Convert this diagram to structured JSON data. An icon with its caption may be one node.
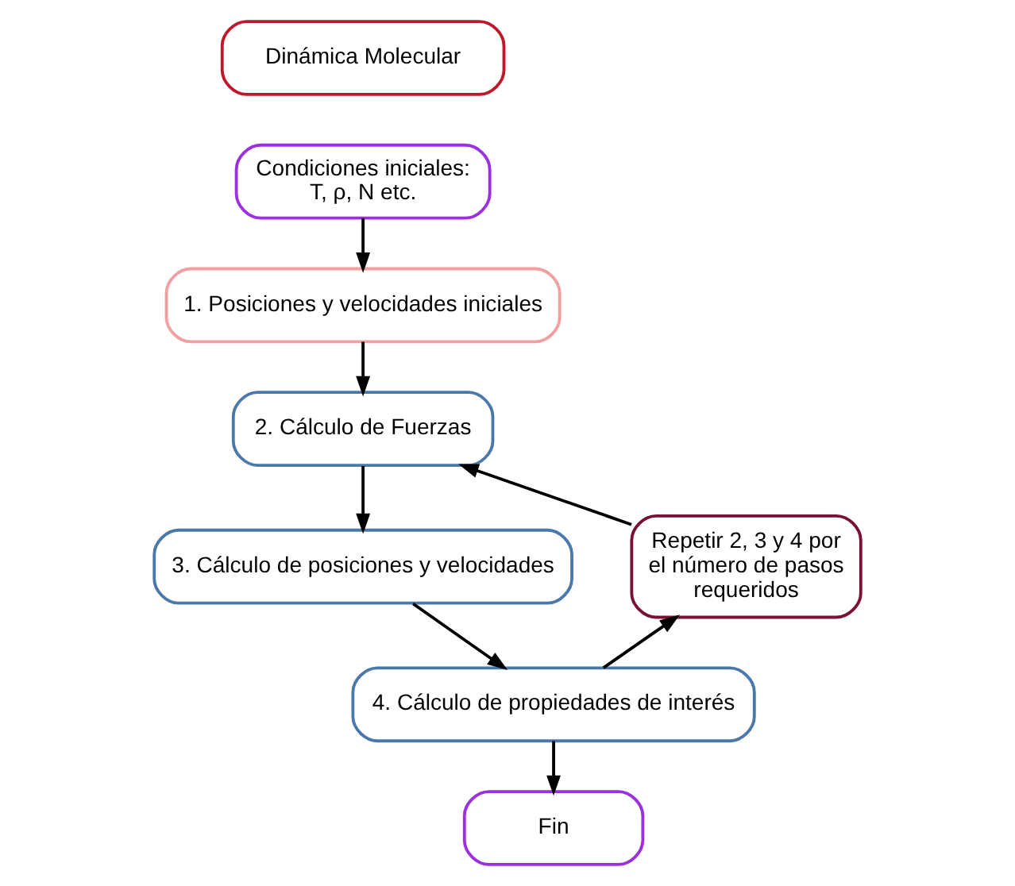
{
  "diagram": {
    "nodes": [
      {
        "text": [
          "Dinámica Molecular"
        ]
      },
      {
        "text": [
          "Condiciones iniciales: T, ρ, N etc."
        ]
      },
      {
        "text": [
          "1. Posiciones y velocidades iniciales"
        ]
      },
      {
        "text": [
          "2. Cálculo de Fuerzas"
        ]
      },
      {
        "text": [
          "3. Cálculo de posiciones y velocidades"
        ]
      },
      {
        "text": [
          "4. Cálculo de propiedades de interés"
        ]
      },
      {
        "text": [
          "Fin"
        ]
      },
      {
        "text": [
          "Repetir 2, 3 y 4 por el número de pasos requeridos"
        ]
      }
    ],
    "edges": [
      {
        "from": 1,
        "to": 2,
        "arrow": "to"
      },
      {
        "from": 2,
        "to": 3,
        "arrow": "to"
      },
      {
        "from": 3,
        "to": 4,
        "arrow": "to"
      },
      {
        "from": 4,
        "to": 5,
        "arrow": "to"
      },
      {
        "from": 5,
        "to": 6,
        "arrow": "to"
      },
      {
        "from": 5,
        "to": 7,
        "arrow": "to"
      },
      {
        "from": 7,
        "to": 3,
        "arrow": "to"
      }
    ]
  }
}
